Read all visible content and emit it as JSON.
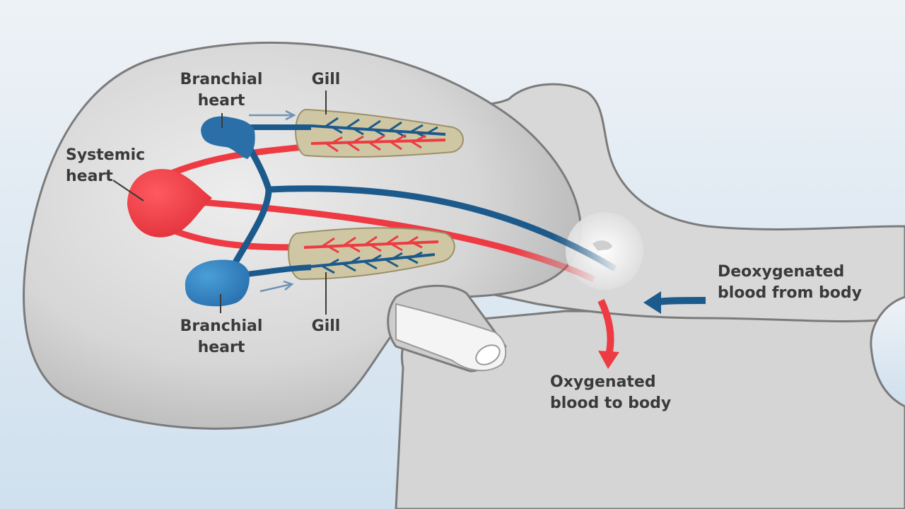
{
  "labels": {
    "branchial_heart_top": [
      "Branchial",
      "heart"
    ],
    "gill_top": "Gill",
    "systemic_heart": [
      "Systemic",
      "heart"
    ],
    "branchial_heart_bottom": [
      "Branchial",
      "heart"
    ],
    "gill_bottom": "Gill",
    "deoxygenated": [
      "Deoxygenated",
      "blood from body"
    ],
    "oxygenated": [
      "Oxygenated",
      "blood to body"
    ]
  },
  "colors": {
    "background_top": "#eef2f6",
    "background_bottom": "#cfe0ee",
    "body_fill": "#d5d5d5",
    "body_outline": "#7b7b7b",
    "oxygenated_red": "#ee3a43",
    "deoxygenated_blue": "#1c5a8c",
    "branchial_heart_blue": "#3d8fcc",
    "gill_fill": "#cfc7a4",
    "gill_outline": "#9b9068",
    "label_text": "#3a3a3a"
  }
}
